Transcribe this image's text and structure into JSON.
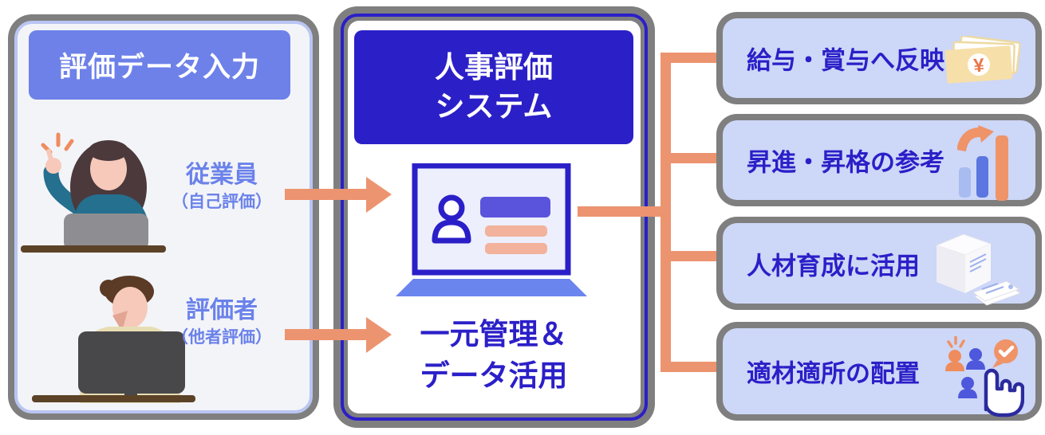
{
  "left_panel": {
    "header": "評価データ入力",
    "inputs": [
      {
        "label": "従業員",
        "sublabel": "（自己評価）",
        "illustration": "woman-typing-on-laptop"
      },
      {
        "label": "評価者",
        "sublabel": "（他者評価）",
        "illustration": "man-at-monitor"
      }
    ]
  },
  "center_panel": {
    "header_line1": "人事評価",
    "header_line2": "システム",
    "caption_line1": "一元管理＆",
    "caption_line2": "データ活用",
    "illustration": "laptop-with-profile-screen"
  },
  "outcomes": [
    {
      "label": "給与・賞与へ反映",
      "icon": "yen-banknotes-icon"
    },
    {
      "label": "昇進・昇格の参考",
      "icon": "rising-bar-chart-icon"
    },
    {
      "label": "人材育成に活用",
      "icon": "documents-box-icon"
    },
    {
      "label": "適材適所の配置",
      "icon": "people-check-pointer-icon"
    }
  ],
  "colors": {
    "frame_gray": "#7f7f7f",
    "arrow_salmon": "#ec9470",
    "deep_blue": "#2b1fc8",
    "periwinkle_header": "#6d81e9",
    "outcome_box_fill": "#cdd7f7",
    "label_blue": "#6b82ea",
    "left_panel_fill": "#f3f4f8",
    "pinstripe_light": "#b9c5f2"
  }
}
